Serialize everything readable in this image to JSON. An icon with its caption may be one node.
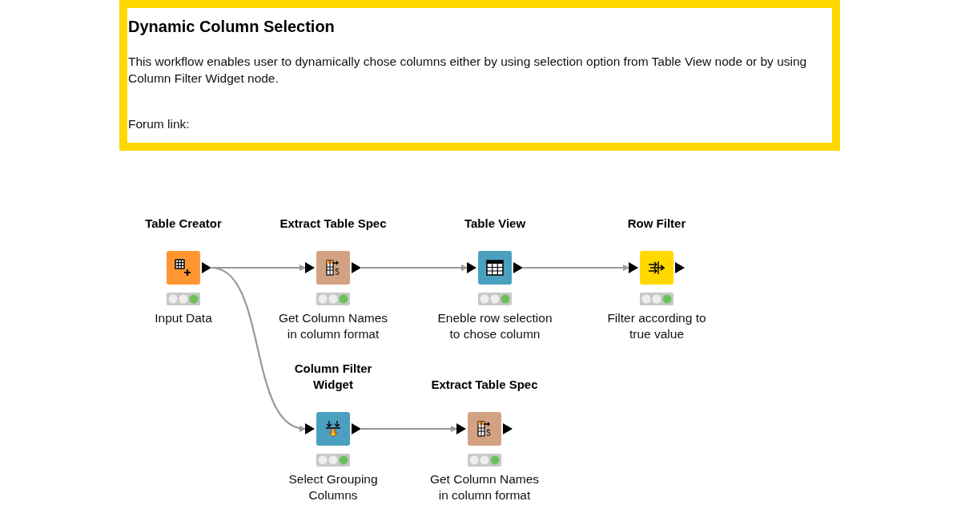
{
  "diagram": {
    "nodes": [
      {
        "text": [
          "Dynamic Column Selection",
          "This workflow enables user to dynamically chose columns either by using selection option from Table View node or by using Column Filter Widget node.",
          "Forum link:"
        ]
      },
      {
        "text": [
          "Table Creator",
          "Input Data"
        ]
      },
      {
        "text": [
          "Extract Table Spec",
          "Get Column Names in column format"
        ]
      },
      {
        "text": [
          "Table View",
          "Eneble row selection to chose column"
        ]
      },
      {
        "text": [
          "Row Filter",
          "Filter according to true value"
        ]
      },
      {
        "text": [
          "Column Filter Widget",
          "Select Grouping Columns"
        ]
      },
      {
        "text": [
          "Extract Table Spec",
          "Get Column Names in column format"
        ]
      }
    ],
    "edges": [
      {
        "from": 1,
        "to": 2,
        "arrow": "to"
      },
      {
        "from": 2,
        "to": 3,
        "arrow": "to"
      },
      {
        "from": 3,
        "to": 4,
        "arrow": "to"
      },
      {
        "from": 1,
        "to": 5,
        "arrow": "to"
      },
      {
        "from": 5,
        "to": 6,
        "arrow": "to"
      }
    ]
  }
}
